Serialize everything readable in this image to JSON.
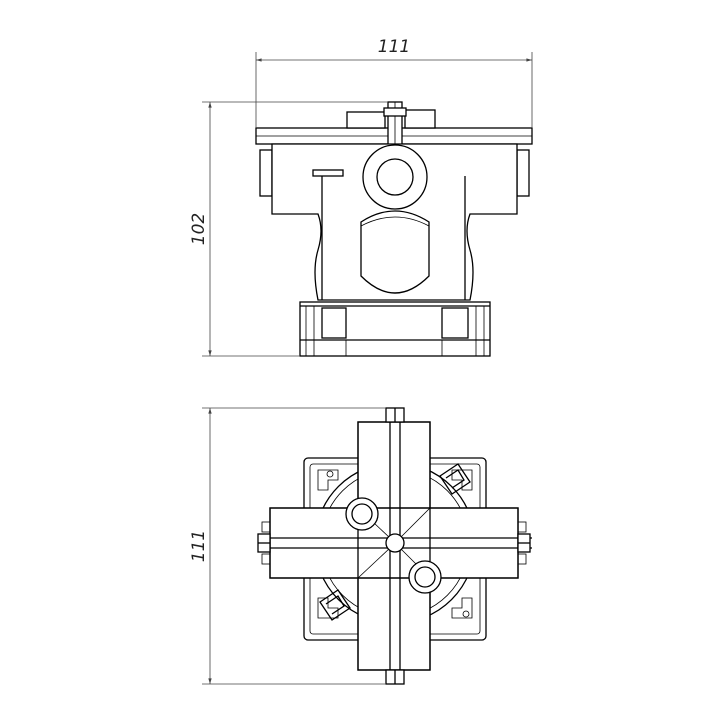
{
  "dimensions": {
    "top_width": "111",
    "top_height": "102",
    "bottom_height": "111"
  },
  "colors": {
    "line": "#000000",
    "dimension": "#444444",
    "background": "#ffffff"
  }
}
